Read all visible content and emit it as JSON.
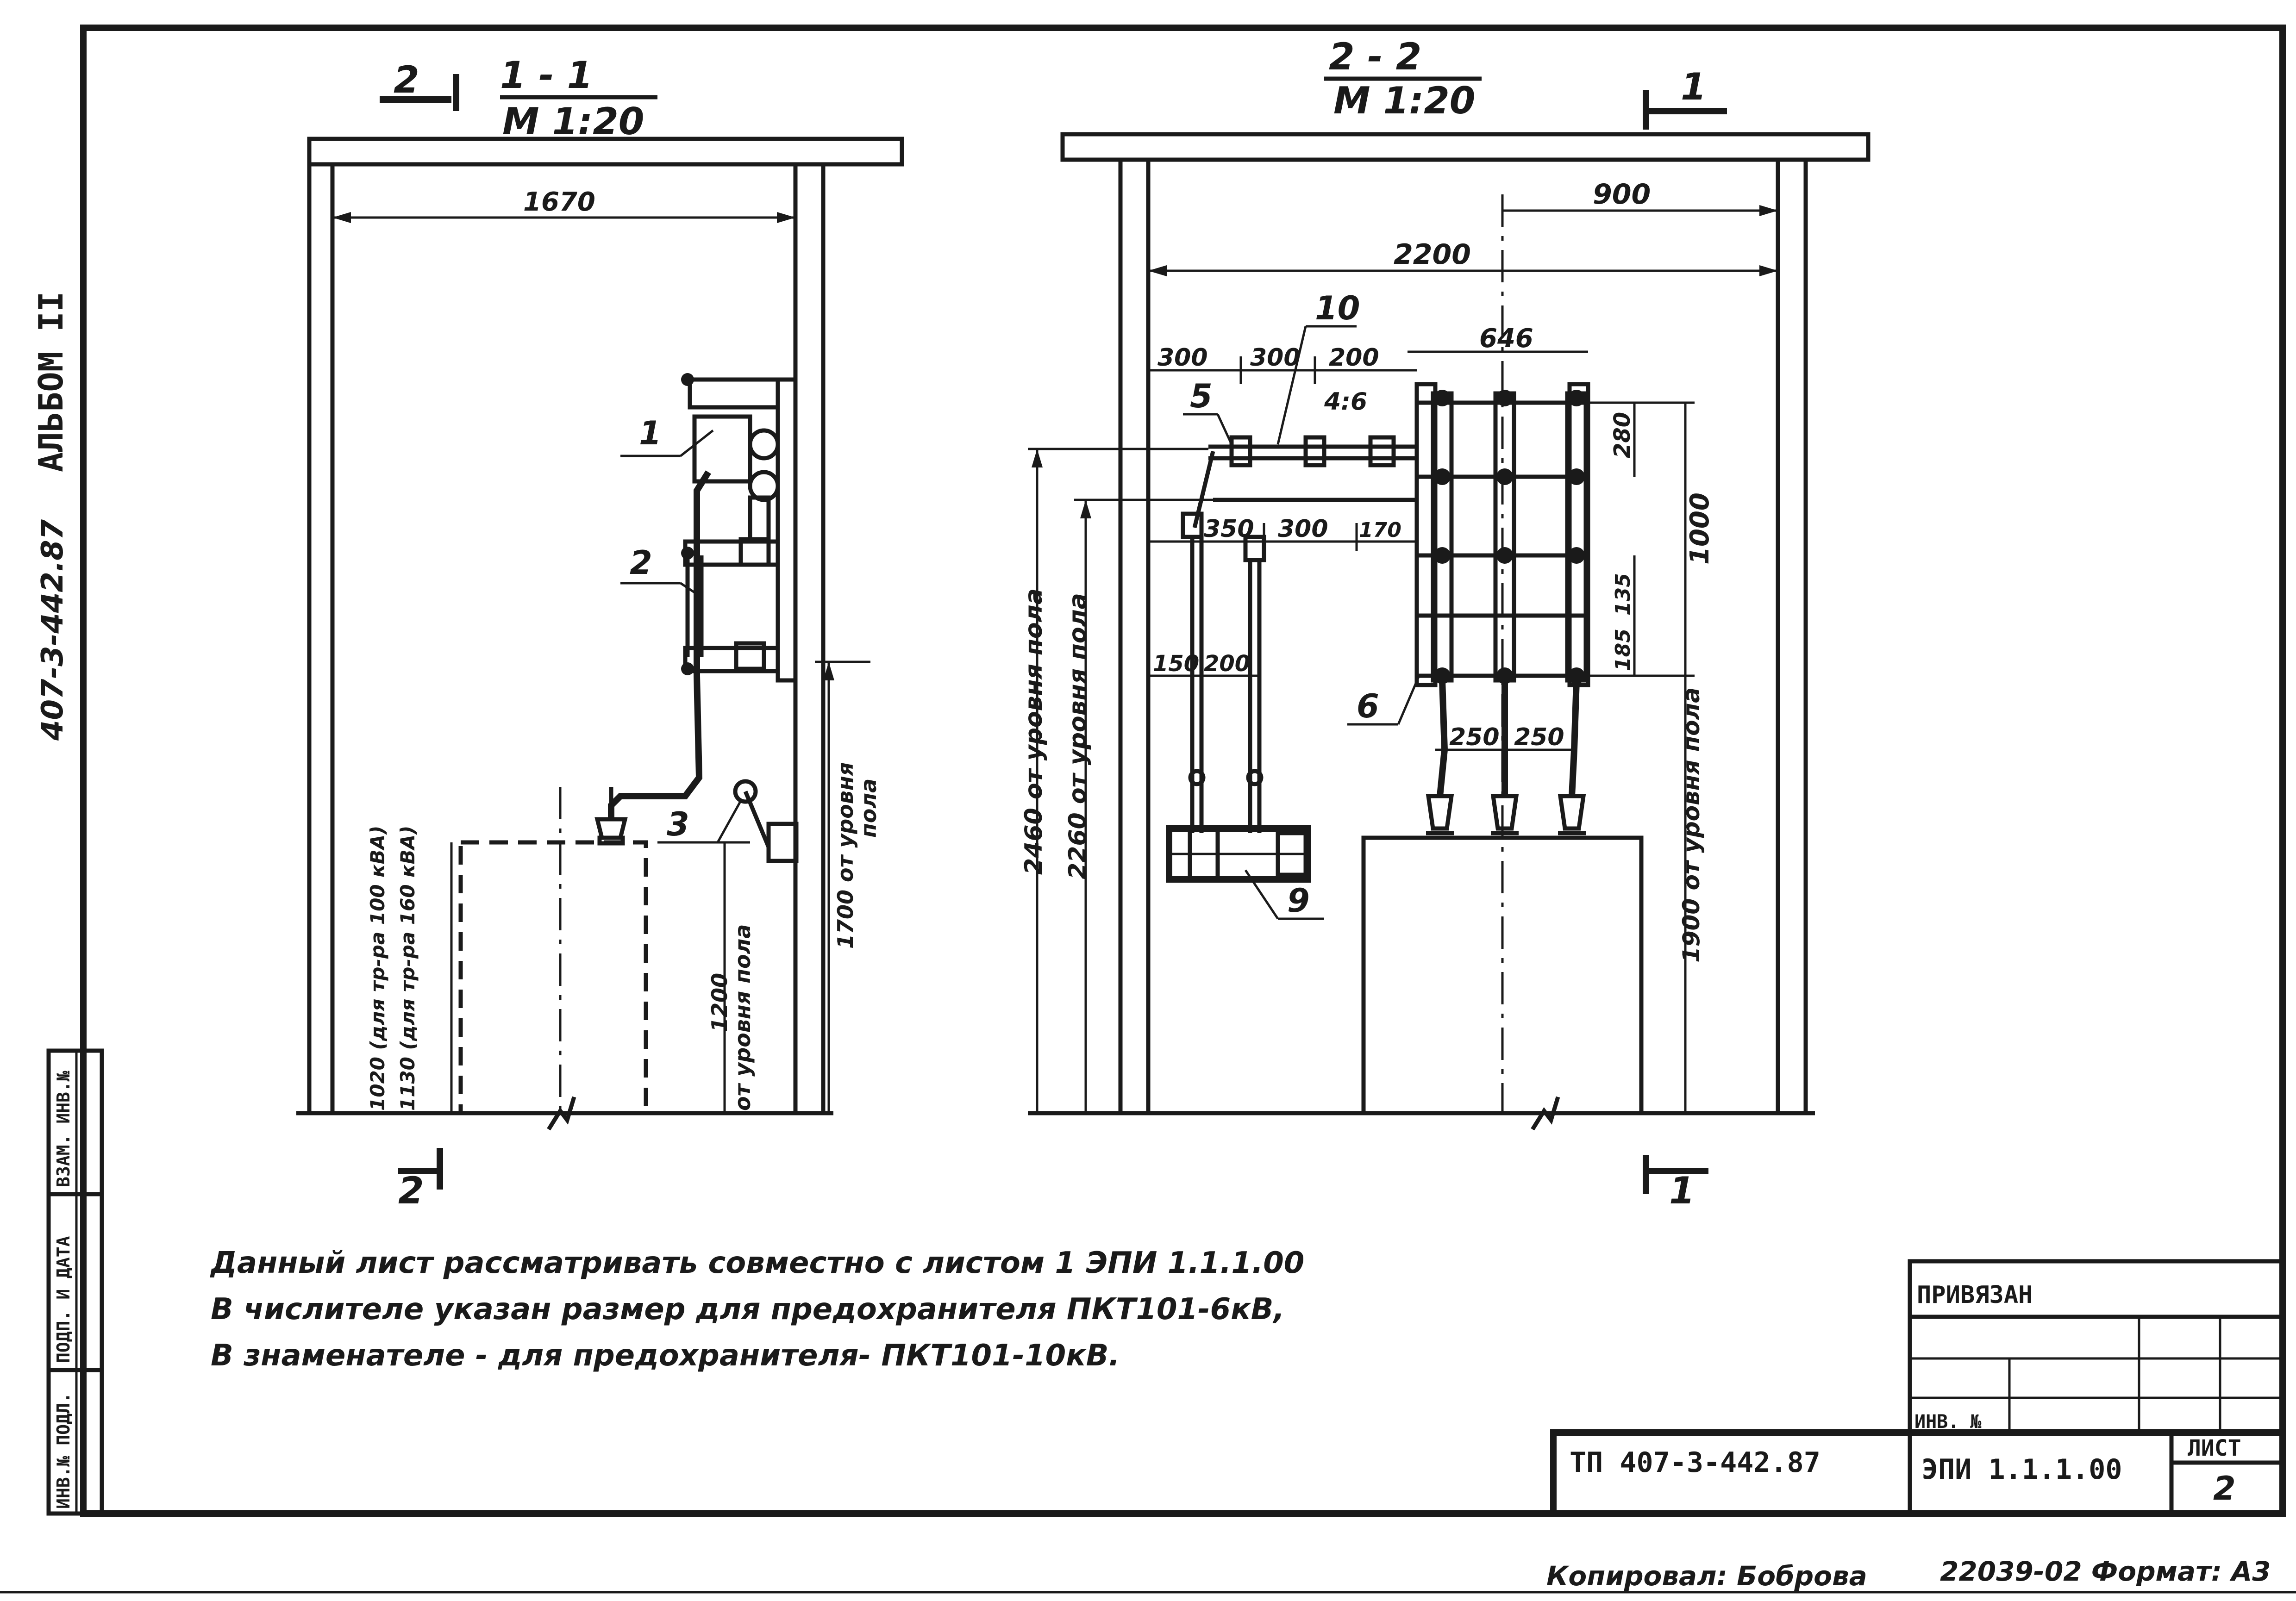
{
  "sheet": {
    "album_label": "АЛЬБОМ II",
    "album_code": "407-3-442.87"
  },
  "section_1_1": {
    "title": "1 - 1",
    "scale": "М 1:20",
    "marker_top": "2",
    "marker_bottom": "2",
    "dims": {
      "width_top": "1670",
      "h_1700": "1700 от уровня",
      "h_1700_b": "пола",
      "h_1200": "1200",
      "h_1200_b": "от уровня пола",
      "h_1020": "1020 (для тр-ра 100 кВА)",
      "h_1130": "1130 (для тр-ра 160 кВА)"
    },
    "callouts": [
      "1",
      "2",
      "3"
    ]
  },
  "section_2_2": {
    "title": "2 - 2",
    "scale": "М 1:20",
    "marker_top": "1",
    "marker_bottom": "1",
    "dims": {
      "d900": "900",
      "d2200": "2200",
      "d646": "646",
      "d300a": "300",
      "d300b": "300",
      "d200": "200",
      "d46": "4:6",
      "d280": "280",
      "d1000": "1000",
      "d350": "350",
      "d300c": "300",
      "d170": "170",
      "d185": "185",
      "d135": "135",
      "d150": "150",
      "d200b": "200",
      "d250a": "250",
      "d250b": "250",
      "h2460": "2460 от уровня пола",
      "h2260": "2260 от уровня пола",
      "h1900": "1900 от уровня пола"
    },
    "callouts": [
      "10",
      "5",
      "6",
      "9"
    ]
  },
  "notes": [
    "Данный лист рассматривать совместно с листом  1 ЭПИ 1.1.1.00",
    "В числителе указан размер для предохранителя ПКТ101-6кВ,",
    "В знаменателе - для предохранителя- ПКТ101-10кВ."
  ],
  "side_stamp": {
    "cells": [
      "ИНВ.№ ПОДЛ.",
      "ПОДП. И ДАТА",
      "ВЗАМ. ИНВ.№"
    ]
  },
  "title_block": {
    "privyazan": "ПРИВЯЗАН",
    "inv_no": "ИНВ. №",
    "project_code": "ТП 407-3-442.87",
    "drawing_code": "ЭПИ 1.1.1.00",
    "sheet_label": "ЛИСТ",
    "sheet_number": "2"
  },
  "footer": {
    "copied_by": "Копировал: Боброва",
    "order_format": "22039-02  Формат: А3"
  }
}
